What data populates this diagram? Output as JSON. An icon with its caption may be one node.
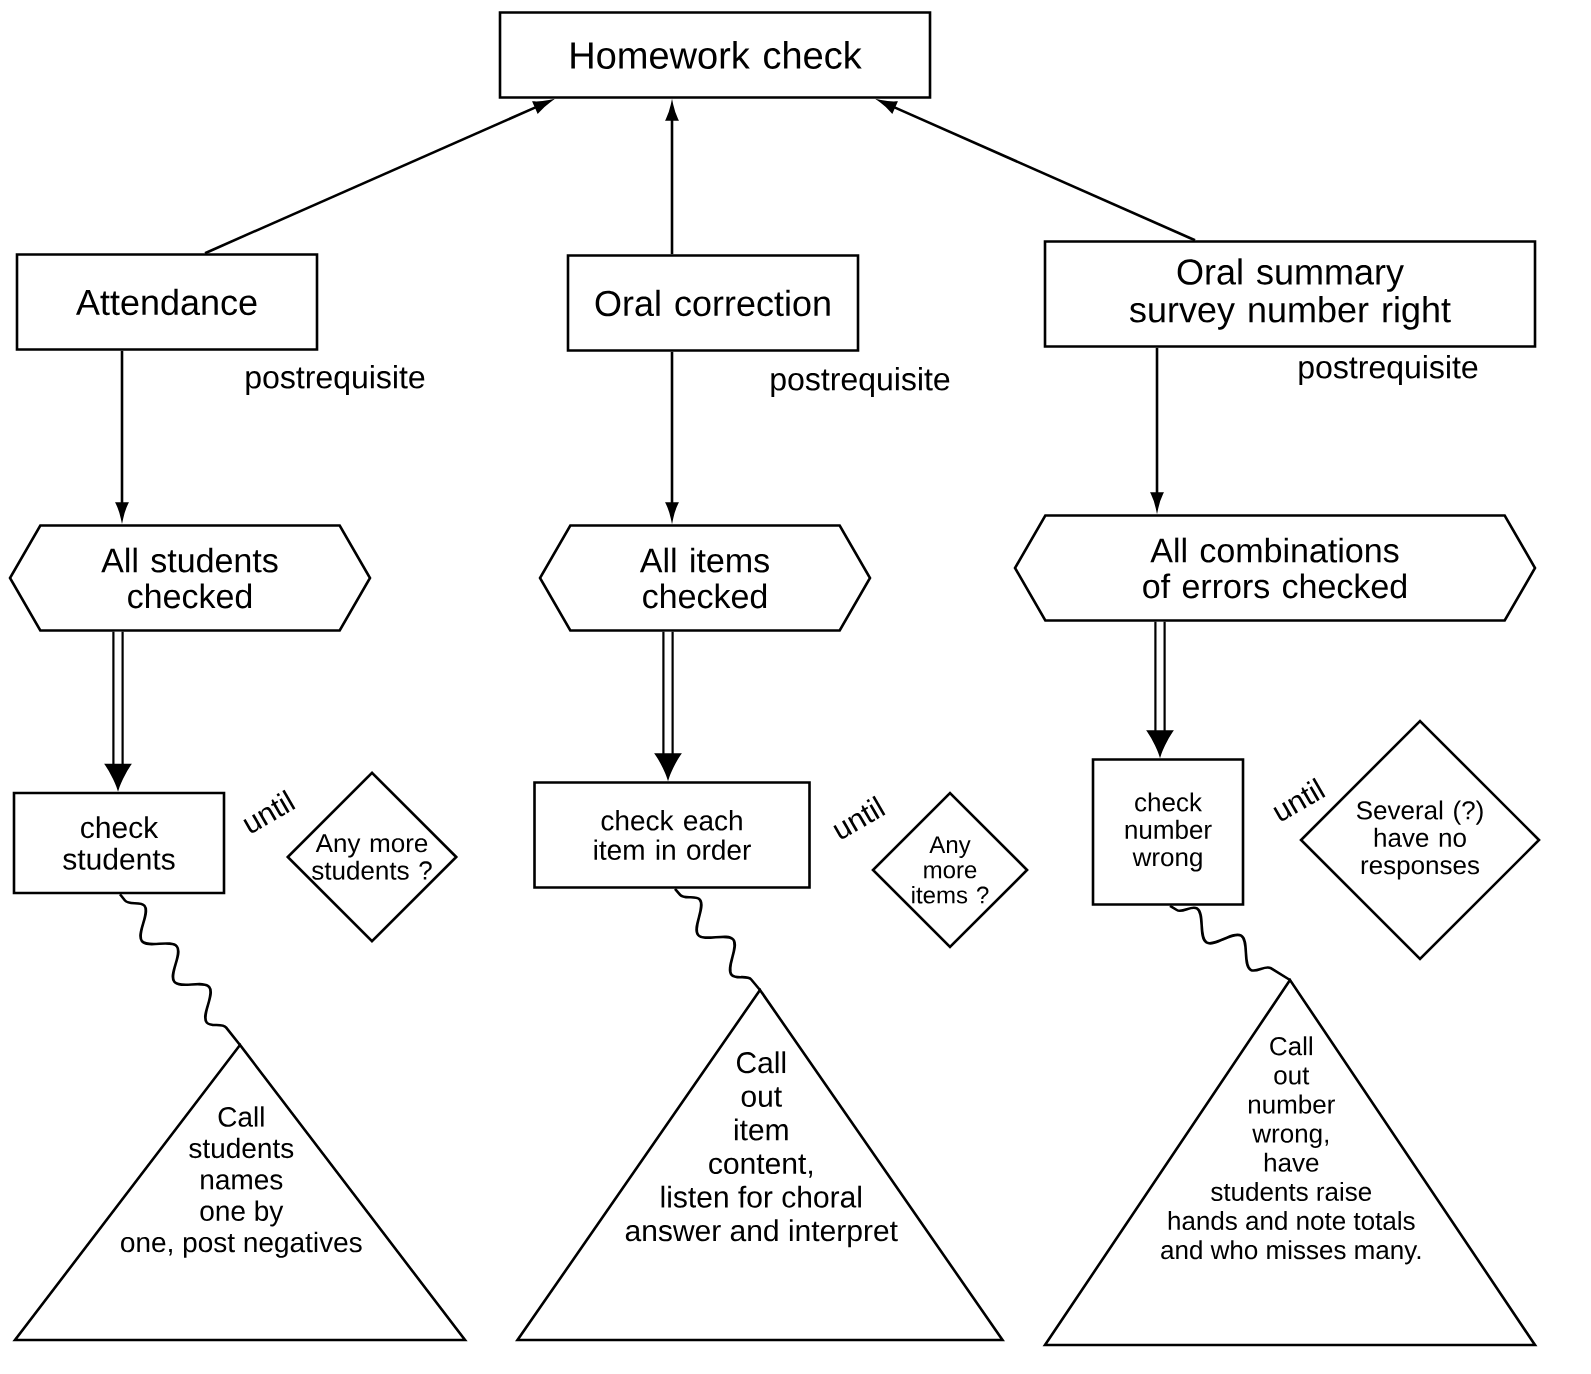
{
  "diagram": {
    "nodes": [
      {
        "text": [
          "Homework check"
        ]
      },
      {
        "text": [
          "Attendance"
        ]
      },
      {
        "text": [
          "Oral correction"
        ]
      },
      {
        "text": [
          "Oral summary survey number right"
        ]
      },
      {
        "text": [
          "All students checked"
        ]
      },
      {
        "text": [
          "All items checked"
        ]
      },
      {
        "text": [
          "All combinations of errors checked"
        ]
      },
      {
        "text": [
          "check students"
        ]
      },
      {
        "text": [
          "Any more students ?"
        ]
      },
      {
        "text": [
          "check each item in order"
        ]
      },
      {
        "text": [
          "Any more items ?"
        ]
      },
      {
        "text": [
          "check number wrong"
        ]
      },
      {
        "text": [
          "Several (?) have no responses"
        ]
      },
      {
        "text": [
          "Call students names one by one, post negatives"
        ]
      },
      {
        "text": [
          "Call out item content, listen for choral answer and interpret"
        ]
      },
      {
        "text": [
          "Call out number wrong, have students raise hands and note totals and who misses many."
        ]
      }
    ],
    "edges": [
      {
        "from": 1,
        "to": 0,
        "arrow": "to"
      },
      {
        "from": 2,
        "to": 0,
        "arrow": "to"
      },
      {
        "from": 3,
        "to": 0,
        "arrow": "to"
      },
      {
        "from": 1,
        "to": 4,
        "arrow": "to",
        "label": "postrequisite"
      },
      {
        "from": 2,
        "to": 5,
        "arrow": "to",
        "label": "postrequisite"
      },
      {
        "from": 3,
        "to": 6,
        "arrow": "to",
        "label": "postrequisite"
      },
      {
        "from": 4,
        "to": 7,
        "arrow": "to",
        "style": "thick"
      },
      {
        "from": 5,
        "to": 9,
        "arrow": "to",
        "style": "thick"
      },
      {
        "from": 6,
        "to": 11,
        "arrow": "to",
        "style": "thick"
      },
      {
        "from": 7,
        "to": 13,
        "arrow": "none"
      },
      {
        "from": 9,
        "to": 14,
        "arrow": "none"
      },
      {
        "from": 11,
        "to": 15,
        "arrow": "none"
      }
    ],
    "labels": [
      "until",
      "until",
      "until"
    ]
  }
}
